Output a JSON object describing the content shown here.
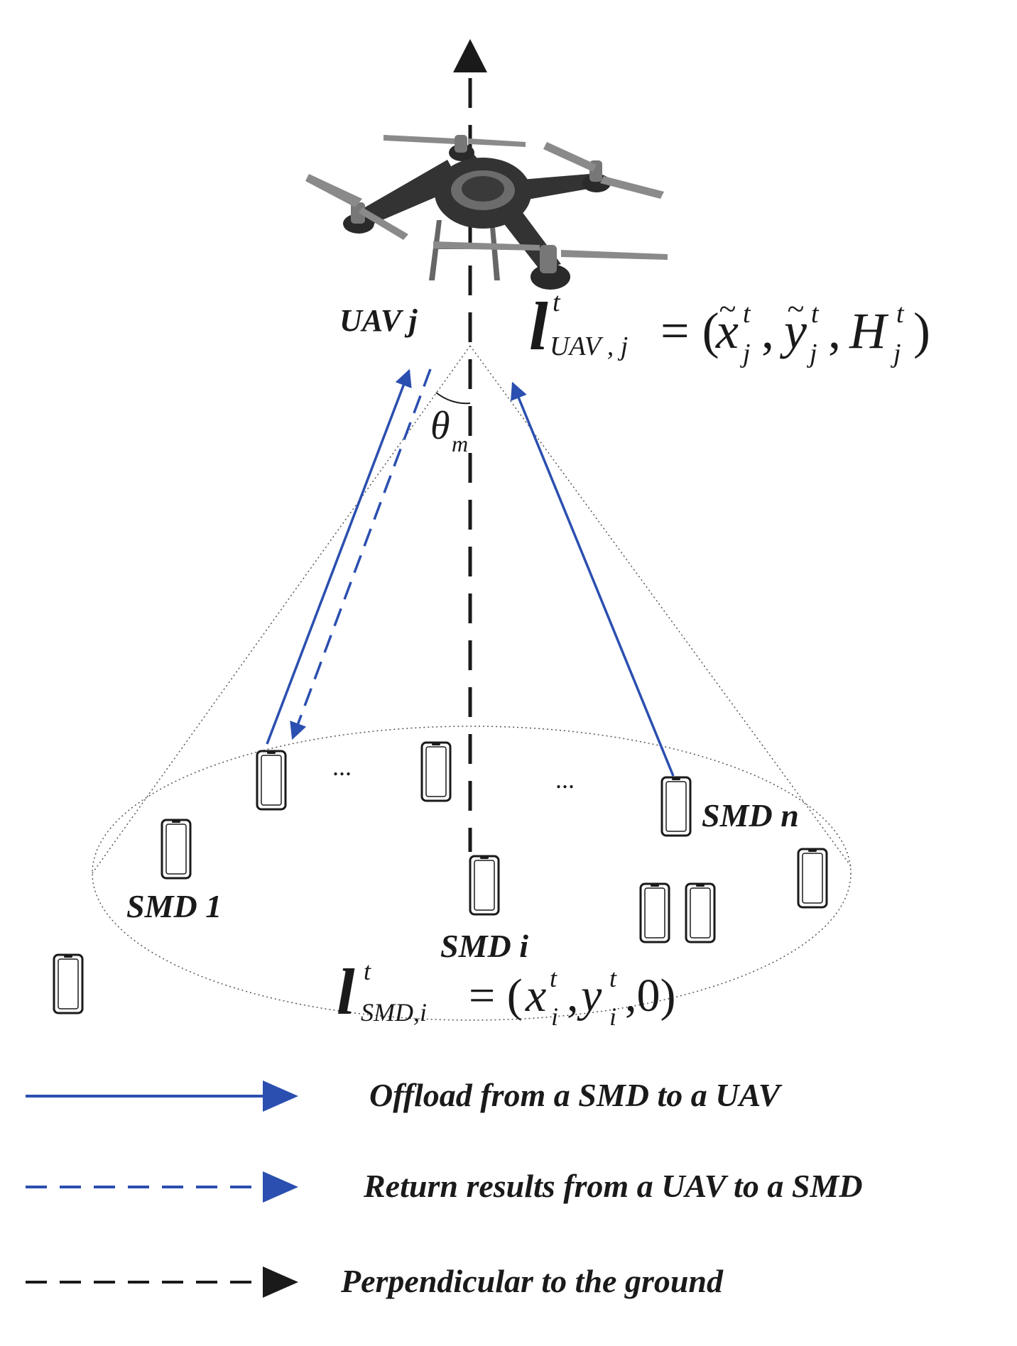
{
  "uav": {
    "name": "UAV j",
    "location_formula": {
      "symbol": "l",
      "sup": "t",
      "sub": "UAV , j",
      "eq": "= (",
      "x": "x",
      "y": "y",
      "h": "H",
      "sep": ",",
      "close": ")",
      "var_sup": "t",
      "var_sub": "j",
      "tilde": "~"
    }
  },
  "angle": {
    "symbol": "θ",
    "sub": "m"
  },
  "smd_labels": {
    "smd_1": "SMD 1",
    "smd_i": "SMD i",
    "smd_n": "SMD n",
    "ellipsis": "..."
  },
  "smd_formula": {
    "symbol": "l",
    "sup": "t",
    "sub": "SMD,i",
    "eq": "= (",
    "x": "x",
    "y": "y",
    "sep": ",",
    "zero": ",0)",
    "var_sup": "t",
    "var_sub": "i"
  },
  "legend": {
    "offload": "Offload from a SMD to a UAV",
    "return": "Return results from a UAV to a SMD",
    "perpendicular": "Perpendicular to the ground"
  },
  "colors": {
    "blue": "#2b4fb0",
    "black": "#1a1a1a",
    "drone_body": "#333333",
    "propeller": "#8a8a8a"
  }
}
